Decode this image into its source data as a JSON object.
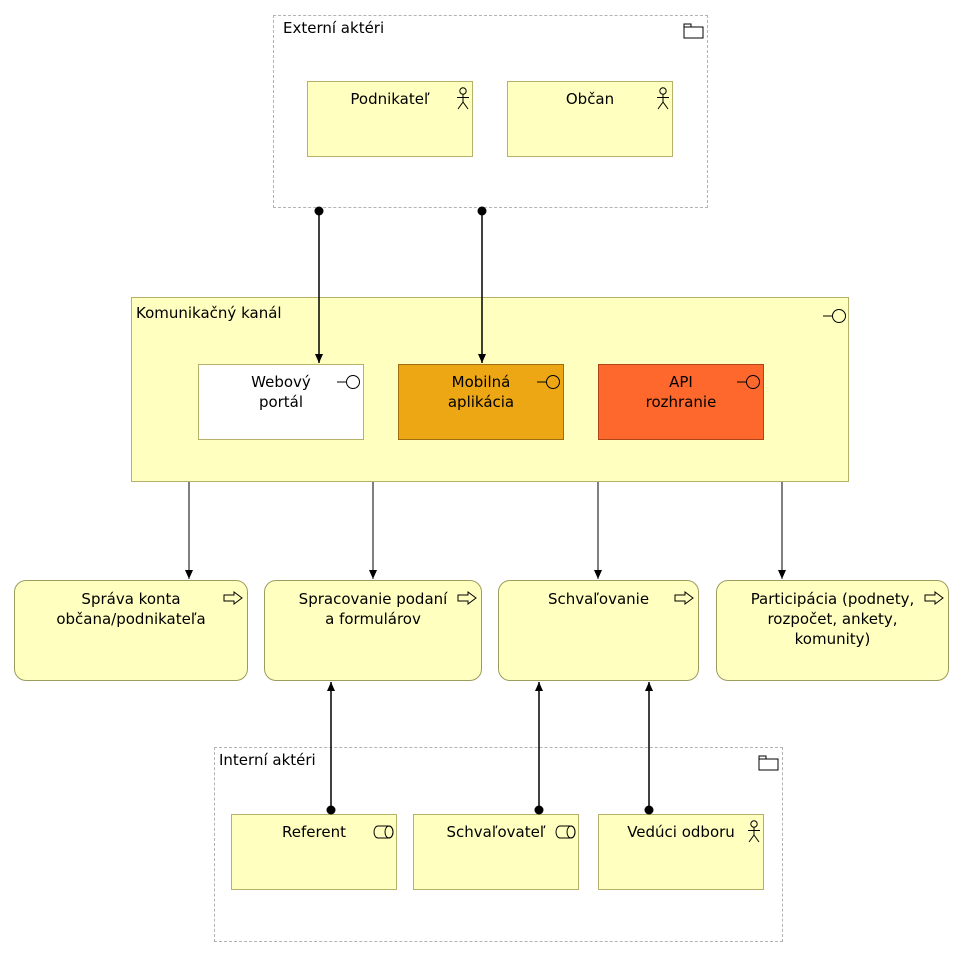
{
  "external_group": {
    "title": "Externí aktéri"
  },
  "external_actors": [
    {
      "label": "Podnikateľ"
    },
    {
      "label": "Občan"
    }
  ],
  "channel": {
    "title": "Komunikačný kanál",
    "items": [
      {
        "line1": "Webový",
        "line2": "portál",
        "fill": "#ffffff"
      },
      {
        "line1": "Mobilná",
        "line2": "aplikácia",
        "fill": "#eda715"
      },
      {
        "line1": "API",
        "line2": "rozhranie",
        "fill": "#ff682c"
      }
    ]
  },
  "processes": [
    {
      "line1": "Správa konta",
      "line2": "občana/podnikateľa",
      "line3": ""
    },
    {
      "line1": "Spracovanie podaní",
      "line2": "a formulárov",
      "line3": ""
    },
    {
      "line1": "Schvaľovanie",
      "line2": "",
      "line3": ""
    },
    {
      "line1": "Participácia (podnety,",
      "line2": "rozpočet, ankety,",
      "line3": "komunity)"
    }
  ],
  "internal_group": {
    "title": "Interní aktéri"
  },
  "internal_actors": [
    {
      "label": "Referent",
      "icon": "role-icon"
    },
    {
      "label": "Schvaľovateľ",
      "icon": "role-icon"
    },
    {
      "label": "Vedúci odboru",
      "icon": "actor-icon"
    }
  ],
  "colors": {
    "element_fill": "#ffffc0",
    "mobile_app": "#eda715",
    "api": "#ff682c",
    "group_border": "#b3b3b3"
  }
}
